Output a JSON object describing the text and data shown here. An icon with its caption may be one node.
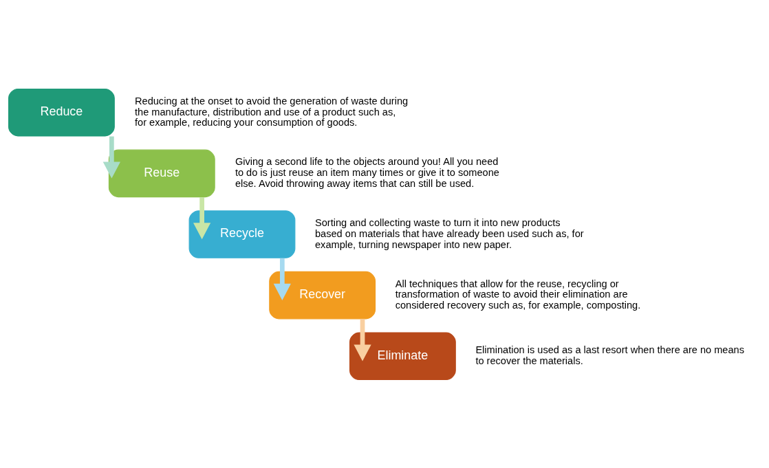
{
  "diagram": {
    "nodes": [
      {
        "text": [
          "Reduce"
        ],
        "beside": [
          "Reducing at the onset to avoid the generation of waste during the manufacture, distribution and use of a product such as, for example, reducing your consumption of goods."
        ]
      },
      {
        "text": [
          "Reuse"
        ],
        "beside": [
          "Giving a second life to the objects around you! All you need to do is just reuse an item many times or give it to someone else. Avoid throwing away items that can still be used."
        ]
      },
      {
        "text": [
          "Recycle"
        ],
        "beside": [
          "Sorting and collecting waste to turn it into new products based on materials that have already been used such as, for example, turning newspaper into new paper."
        ]
      },
      {
        "text": [
          "Recover"
        ],
        "beside": [
          "All techniques that allow for the reuse, recycling or transformation of waste to avoid their elimination are considered recovery such as, for example, composting."
        ]
      },
      {
        "text": [
          "Eliminate"
        ],
        "beside": [
          "Elimination is used as a last resort when there are no means to recover the materials."
        ]
      }
    ],
    "edges": [
      {
        "from": 0,
        "to": 1,
        "arrow": "to"
      },
      {
        "from": 1,
        "to": 2,
        "arrow": "to"
      },
      {
        "from": 2,
        "to": 3,
        "arrow": "to"
      },
      {
        "from": 3,
        "to": 4,
        "arrow": "to"
      }
    ]
  }
}
